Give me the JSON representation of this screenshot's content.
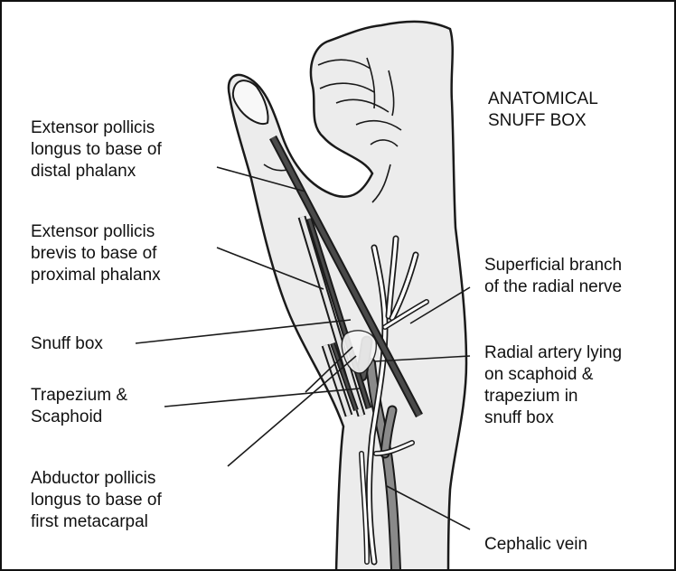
{
  "labels": {
    "title": "ANATOMICAL\nSNUFF BOX",
    "epl": "Extensor pollicis\nlongus to base of\ndistal phalanx",
    "epb": "Extensor pollicis\nbrevis to base of\nproximal phalanx",
    "snuff_box": "Snuff box",
    "trapezium": "Trapezium &\nScaphoid",
    "apl": "Abductor pollicis\nlongus to base of\nfirst metacarpal",
    "nerve": "Superficial branch\nof the radial nerve",
    "artery": "Radial artery lying\non scaphoid &\ntrapezium in\nsnuff box",
    "vein": "Cephalic vein"
  },
  "colors": {
    "outline": "#1a1a1a",
    "skin": "#ececec",
    "tendon_dark": "#4a4a4a",
    "vessel": "#8a8a8a"
  }
}
